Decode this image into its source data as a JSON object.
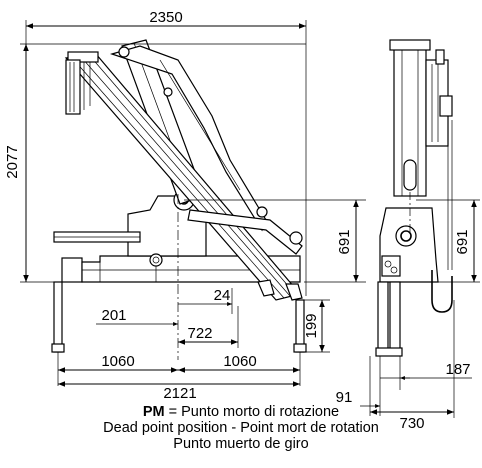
{
  "dimensions": {
    "overall_width": "2350",
    "overall_height": "2077",
    "side_pivot_height": "691",
    "front_pivot_height": "691",
    "d24": "24",
    "d201": "201",
    "d722": "722",
    "d199": "199",
    "d1060_left": "1060",
    "d1060_right": "1060",
    "d2121": "2121",
    "d187": "187",
    "d91": "91",
    "d730": "730"
  },
  "legend": {
    "abbr": "PM",
    "line1_rest": " = Punto morto di rotazione",
    "line2": "Dead point position - Point mort de rotation",
    "line3": "Punto muerto de giro"
  }
}
